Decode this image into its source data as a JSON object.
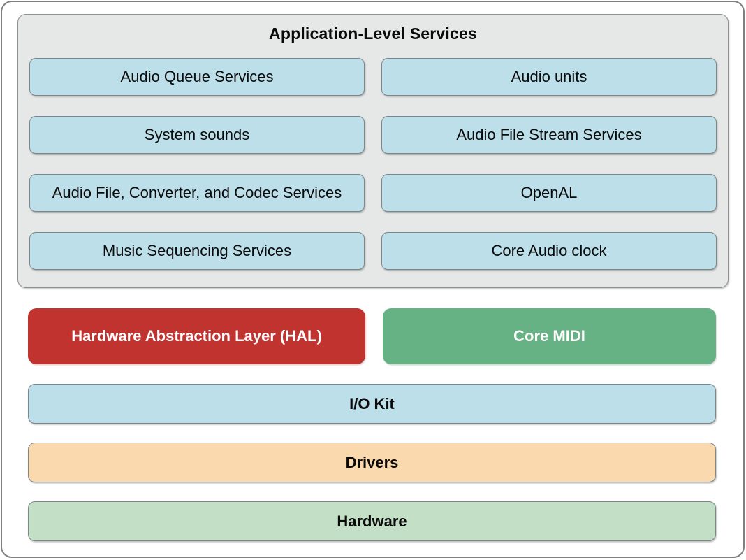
{
  "diagram": {
    "title": "Application-Level Services",
    "services": [
      {
        "label": "Audio Queue Services"
      },
      {
        "label": "Audio units"
      },
      {
        "label": "System sounds"
      },
      {
        "label": "Audio File Stream Services"
      },
      {
        "label": "Audio File, Converter, and Codec Services"
      },
      {
        "label": "OpenAL"
      },
      {
        "label": "Music Sequencing Services"
      },
      {
        "label": "Core Audio clock"
      }
    ],
    "middle_layer": {
      "hal_label": "Hardware Abstraction Layer (HAL)",
      "core_midi_label": "Core MIDI"
    },
    "lower_layers": [
      {
        "label": "I/O Kit"
      },
      {
        "label": "Drivers"
      },
      {
        "label": "Hardware"
      }
    ],
    "colors": {
      "panel_background": "#e6e8e8",
      "service_box": "#bcdfea",
      "hal": "#c0332f",
      "core_midi": "#66b285",
      "io_kit": "#bcdfea",
      "drivers": "#fbd9ae",
      "hardware": "#c3dfc5",
      "box_border": "#7d868b",
      "frame_border": "#7f7f7f",
      "text": "#0a0a0a",
      "inverse_text": "#ffffff"
    }
  }
}
